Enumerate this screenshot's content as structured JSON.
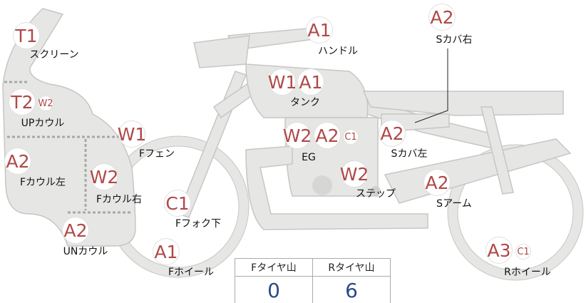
{
  "parts": {
    "screen": {
      "label": "スクリーン",
      "codes": [
        "T1"
      ]
    },
    "up_cowl": {
      "label": "UPカウル",
      "codes": [
        "T2",
        "W2"
      ]
    },
    "f_fender": {
      "label": "Fフェン",
      "codes": [
        "W1"
      ]
    },
    "f_cowl_left": {
      "label": "Fカウル左",
      "codes": [
        "A2"
      ]
    },
    "f_cowl_right": {
      "label": "Fカウル右",
      "codes": [
        "W2"
      ]
    },
    "un_cowl": {
      "label": "UNカウル",
      "codes": [
        "A2"
      ]
    },
    "f_fork_lower": {
      "label": "Fフォク下",
      "codes": [
        "C1"
      ]
    },
    "f_wheel": {
      "label": "Fホイール",
      "codes": [
        "A1"
      ]
    },
    "handle": {
      "label": "ハンドル",
      "codes": [
        "A1"
      ]
    },
    "tank": {
      "label": "タンク",
      "codes": [
        "W1",
        "A1"
      ]
    },
    "engine": {
      "label": "EG",
      "codes": [
        "W2",
        "A2",
        "C1"
      ]
    },
    "step": {
      "label": "ステップ",
      "codes": [
        "W2"
      ]
    },
    "s_cover_right": {
      "label": "Sカバ右",
      "codes": [
        "A2"
      ]
    },
    "s_cover_left": {
      "label": "Sカバ左",
      "codes": [
        "A2"
      ]
    },
    "s_arm": {
      "label": "Sアーム",
      "codes": [
        "A2"
      ]
    },
    "r_wheel": {
      "label": "Rホイール",
      "codes": [
        "A3",
        "C1"
      ]
    }
  },
  "tire_tread": {
    "front_label": "Fタイヤ山",
    "rear_label": "Rタイヤ山",
    "front_value": "0",
    "rear_value": "6"
  },
  "colors": {
    "code": "#b04848",
    "part_fill": "#e6e6e4",
    "value": "#2a4a8a"
  }
}
